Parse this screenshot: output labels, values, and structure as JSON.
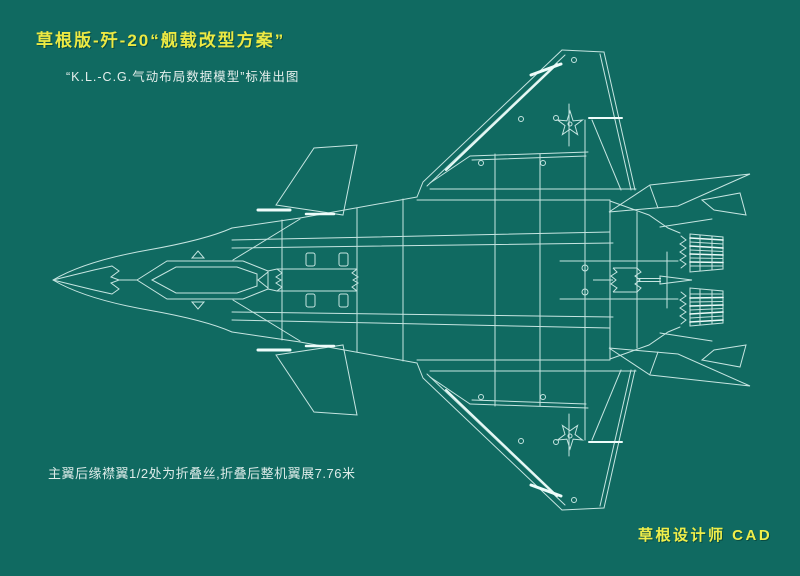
{
  "header": {
    "title": "草根版-歼-20“舰载改型方案”",
    "subtitle": "“K.L.-C.G.气动布局数据模型”标准出图"
  },
  "annotations": {
    "fold_note": "主翼后缘襟翼1/2处为折叠丝,折叠后整机翼展7.76米",
    "wingspan_folded_m": 7.76,
    "credit": "草根设计师 CAD"
  },
  "drawing": {
    "subject": "歼-20舰载改型俯视图 (J-20 carrier variant plan view CAD wireframe)",
    "marking": "wing-star-roundel"
  },
  "colors": {
    "background": "#106a61",
    "line": "#c6e5e1",
    "bright_line": "#f2fffd",
    "title_yellow": "#ece943",
    "credit_yellow": "#f0ee4a",
    "body_text": "#dcebe8"
  }
}
